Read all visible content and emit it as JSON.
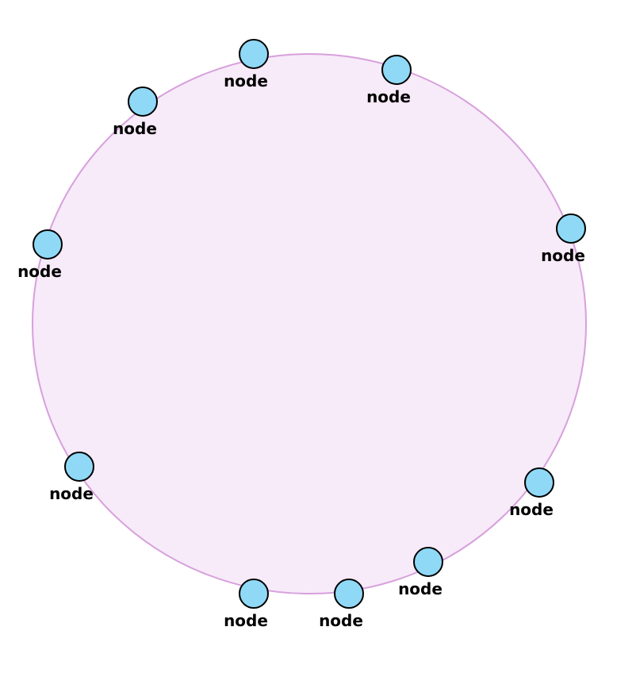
{
  "colors": {
    "ring_fill": "#f7eaf9",
    "ring_stroke": "#d7a0dc",
    "node_fill": "#8fd9f6",
    "node_stroke": "#000000",
    "label": "#000000"
  },
  "nodes": [
    {
      "label": "node"
    },
    {
      "label": "node"
    },
    {
      "label": "node"
    },
    {
      "label": "node"
    },
    {
      "label": "node"
    },
    {
      "label": "node"
    },
    {
      "label": "node"
    },
    {
      "label": "node"
    },
    {
      "label": "node"
    },
    {
      "label": "node"
    }
  ]
}
